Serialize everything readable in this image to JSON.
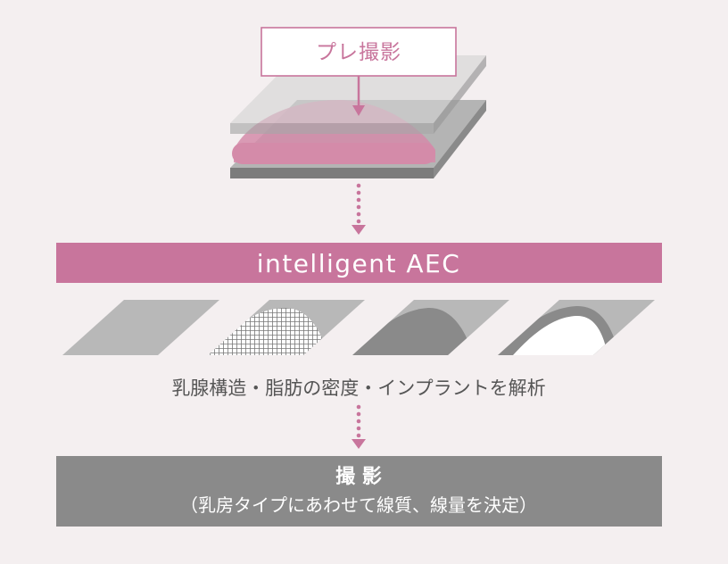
{
  "pre_exposure": {
    "label": "プレ撮影"
  },
  "aec": {
    "label": "intelligent AEC"
  },
  "analysis": {
    "caption": "乳腺構造・脂肪の密度・インプラントを解析",
    "panels": [
      {
        "name": "empty"
      },
      {
        "name": "mammary-structure"
      },
      {
        "name": "fat-density"
      },
      {
        "name": "implant"
      }
    ]
  },
  "exposure": {
    "title": "撮 影",
    "subtitle": "（乳房タイプにあわせて線質、線量を決定）"
  },
  "colors": {
    "accent_pink": "#c8759c",
    "breast_pink": "#d48ba9",
    "plate_gray": "#b4b4b4",
    "panel_gray": "#b8b8b8",
    "dark_gray": "#8a8a8a",
    "background": "#f4eff0"
  }
}
